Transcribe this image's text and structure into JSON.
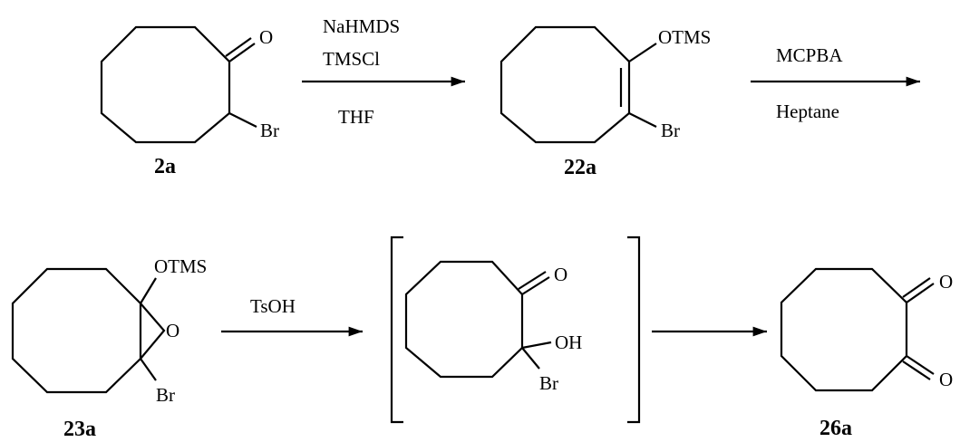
{
  "compounds": {
    "c2a": {
      "id": "2a",
      "substituents": [
        "O",
        "Br"
      ]
    },
    "c22a": {
      "id": "22a",
      "substituents": [
        "OTMS",
        "Br"
      ]
    },
    "c23a": {
      "id": "23a",
      "substituents": [
        "OTMS",
        "O",
        "Br"
      ]
    },
    "intermediate": {
      "substituents": [
        "O",
        "OH",
        "Br"
      ]
    },
    "c26a": {
      "id": "26a",
      "substituents": [
        "O",
        "O"
      ]
    }
  },
  "arrows": {
    "step1": {
      "reagents": [
        "NaHMDS",
        "TMSCl"
      ],
      "solvent": "THF"
    },
    "step2": {
      "reagents": [
        "MCPBA"
      ],
      "solvent": "Heptane"
    },
    "step3": {
      "reagents": [
        "TsOH"
      ]
    },
    "step4": {
      "reagents": []
    }
  },
  "colors": {
    "ink": "#000000",
    "background": "#ffffff"
  }
}
